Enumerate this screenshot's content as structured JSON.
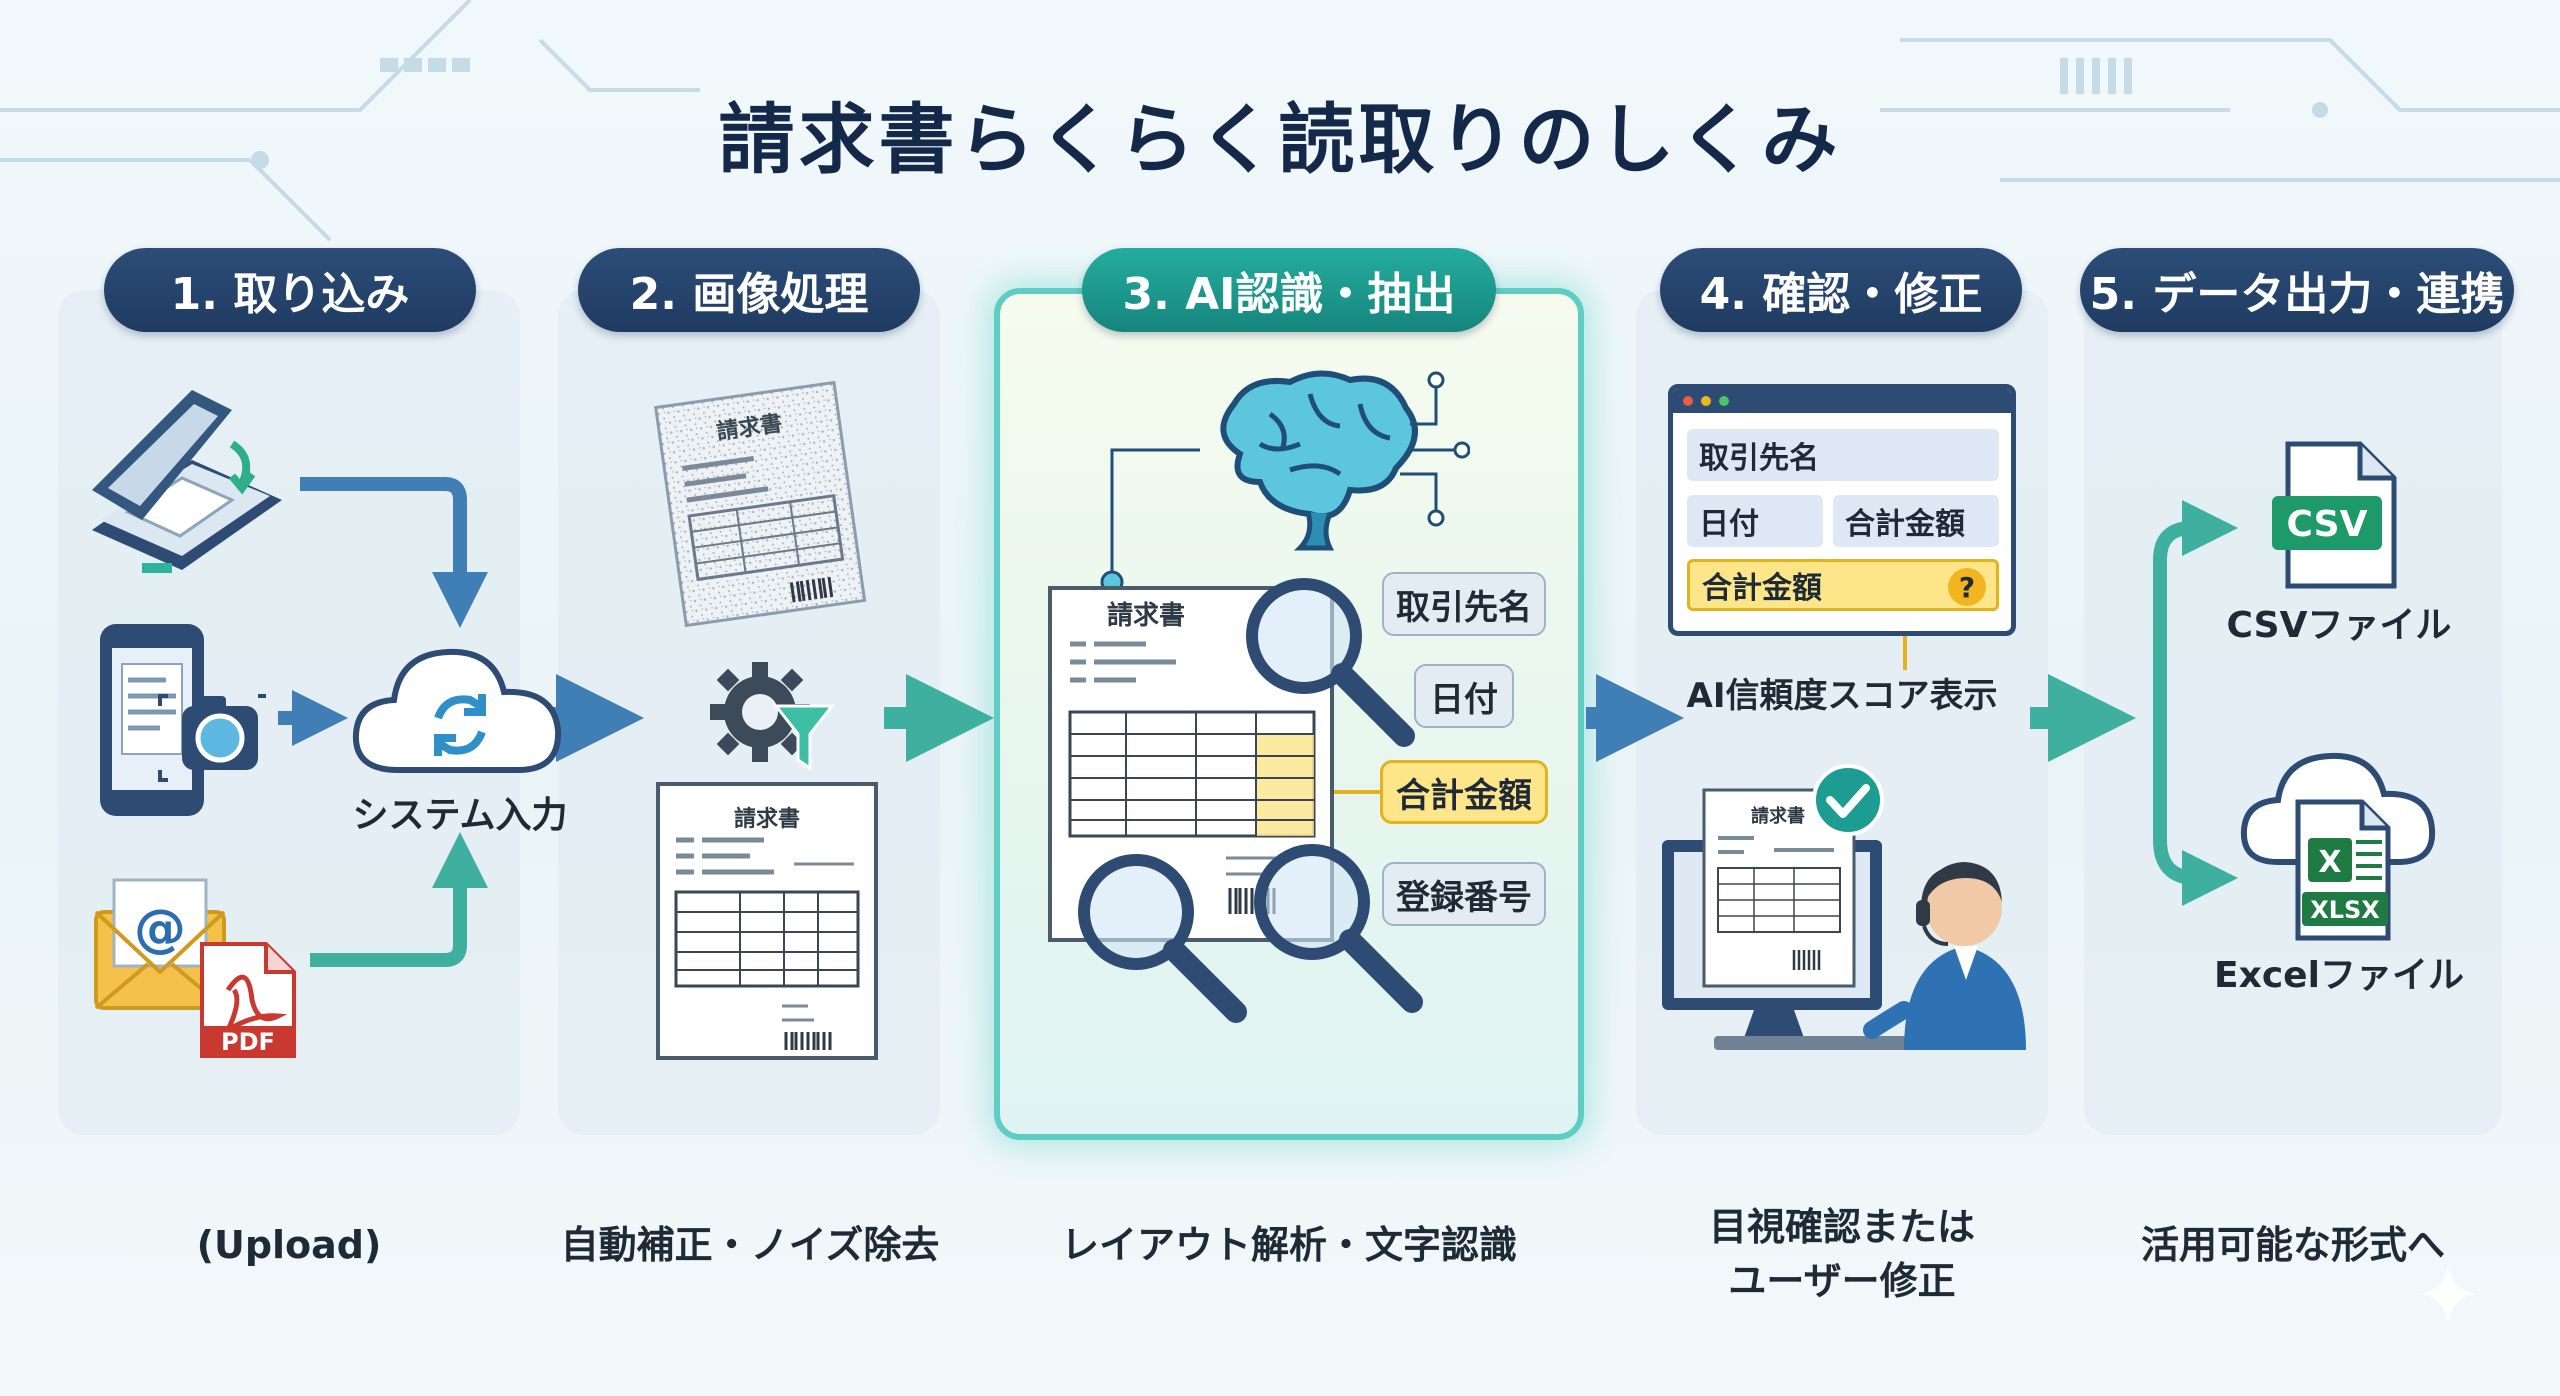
{
  "title": "請求書らくらく読取りのしくみ",
  "steps": [
    {
      "label": "1. 取り込み",
      "caption": "(Upload)"
    },
    {
      "label": "2. 画像処理",
      "caption": "自動補正・ノイズ除去"
    },
    {
      "label": "3. AI認識・抽出",
      "caption": "レイアウト解析・文字認識"
    },
    {
      "label": "4. 確認・修正",
      "caption_lines": [
        "目視確認または",
        "ユーザー修正"
      ]
    },
    {
      "label": "5. データ出力・連携",
      "caption": "活用可能な形式へ"
    }
  ],
  "step1": {
    "system_input": "システム入力",
    "pdf_label": "PDF",
    "email_glyph": "@"
  },
  "step2": {
    "doc_title": "請求書"
  },
  "step3": {
    "doc_title": "請求書",
    "fields": [
      "取引先名",
      "日付",
      "合計金額",
      "登録番号"
    ],
    "highlight_field": "合計金額"
  },
  "step4": {
    "window_fields": {
      "vendor": "取引先名",
      "date": "日付",
      "total": "合計金額",
      "flagged": "合計金額",
      "flag_glyph": "?"
    },
    "confidence_label": "AI信頼度スコア表示",
    "doc_title": "請求書"
  },
  "step5": {
    "csv": {
      "badge": "CSV",
      "label": "CSVファイル"
    },
    "excel": {
      "badge": "XLSX",
      "mark": "X",
      "label": "Excelファイル"
    }
  },
  "colors": {
    "navy": "#1f3b61",
    "teal": "#1d9c92",
    "arrow_blue": "#3f7fb5",
    "arrow_teal": "#3fb0a0",
    "highlight_gold": "#fde58a",
    "csv_green": "#1e9a6a",
    "excel_green": "#1f7a44"
  },
  "icons": [
    "scanner-icon",
    "smartphone-camera-icon",
    "email-icon",
    "pdf-icon",
    "cloud-sync-icon",
    "gear-filter-icon",
    "brain-icon",
    "magnifier-icon",
    "checkmark-icon",
    "operator-headset-icon",
    "csv-file-icon",
    "excel-file-icon"
  ]
}
